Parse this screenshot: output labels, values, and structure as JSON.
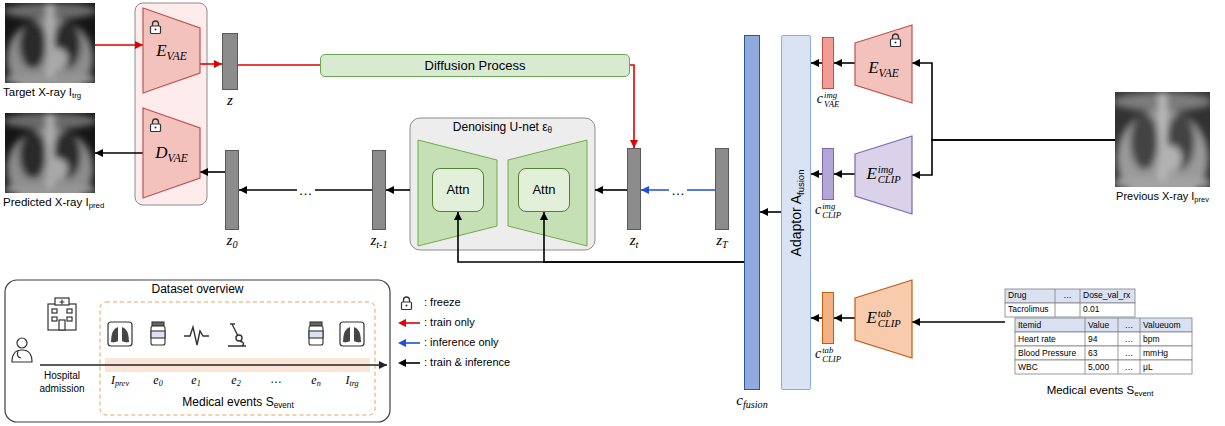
{
  "diagram": {
    "nodes": [
      {
        "text": [
          "Target X-ray I",
          "trg"
        ]
      },
      {
        "text": [
          "E",
          "VAE"
        ]
      },
      {
        "text": [
          "z"
        ]
      },
      {
        "text": [
          "Diffusion Process"
        ]
      },
      {
        "text": [
          "Predicted X-ray I",
          "pred"
        ]
      },
      {
        "text": [
          "D",
          "VAE"
        ]
      },
      {
        "text": [
          "z",
          "0"
        ]
      },
      {
        "text": [
          "z",
          "t-1"
        ]
      },
      {
        "text": [
          "Denoising U-net ε",
          "θ"
        ]
      },
      {
        "text": [
          "Attn"
        ],
        "in": 8
      },
      {
        "text": [
          "Attn"
        ],
        "in": 8
      },
      {
        "text": [
          "z",
          "t"
        ]
      },
      {
        "text": [
          "z",
          "T"
        ]
      },
      {
        "text": [
          "c",
          "fusion"
        ]
      },
      {
        "text": [
          "Adaptor A",
          "fusion"
        ]
      },
      {
        "text": [
          "c",
          "img",
          "VAE"
        ]
      },
      {
        "text": [
          "c",
          "img",
          "CLIP"
        ]
      },
      {
        "text": [
          "c",
          "tab",
          "CLIP"
        ]
      },
      {
        "text": [
          "E",
          "VAE"
        ]
      },
      {
        "text": [
          "E",
          "img",
          "CLIP"
        ]
      },
      {
        "text": [
          "E",
          "tab",
          "CLIP"
        ]
      },
      {
        "text": [
          "Previous X-ray I",
          "prev"
        ]
      },
      {
        "text": [
          "Medical events S",
          "event"
        ]
      },
      {
        "text": [
          "Dataset overview"
        ]
      }
    ],
    "edges": [
      {
        "from": 0,
        "to": 1,
        "arrow": "to"
      },
      {
        "from": 1,
        "to": 2,
        "arrow": "to"
      },
      {
        "from": 2,
        "to": 3,
        "arrow": "none"
      },
      {
        "from": 3,
        "to": 11,
        "arrow": "to"
      },
      {
        "from": 12,
        "to": 11,
        "arrow": "to",
        "label": "…"
      },
      {
        "from": 11,
        "to": 8,
        "arrow": "to"
      },
      {
        "from": 8,
        "to": 7,
        "arrow": "to"
      },
      {
        "from": 7,
        "to": 6,
        "arrow": "to",
        "label": "…"
      },
      {
        "from": 6,
        "to": 5,
        "arrow": "to"
      },
      {
        "from": 5,
        "to": 4,
        "arrow": "to"
      },
      {
        "from": 13,
        "to": 9,
        "arrow": "to"
      },
      {
        "from": 13,
        "to": 10,
        "arrow": "to"
      },
      {
        "from": 14,
        "to": 13,
        "arrow": "to"
      },
      {
        "from": 15,
        "to": 14,
        "arrow": "to"
      },
      {
        "from": 16,
        "to": 14,
        "arrow": "to"
      },
      {
        "from": 17,
        "to": 14,
        "arrow": "to"
      },
      {
        "from": 18,
        "to": 15,
        "arrow": "to"
      },
      {
        "from": 19,
        "to": 16,
        "arrow": "to"
      },
      {
        "from": 20,
        "to": 17,
        "arrow": "to"
      },
      {
        "from": 21,
        "to": 18,
        "arrow": "to"
      },
      {
        "from": 21,
        "to": 19,
        "arrow": "to"
      },
      {
        "from": 22,
        "to": 20,
        "arrow": "to"
      }
    ],
    "labels": [
      "I",
      "prev",
      "e",
      "0",
      "e",
      "1",
      "e",
      "2",
      "…",
      "e",
      "n",
      "I",
      "trg",
      "Hospital admission",
      "Medical events S",
      "event",
      "Drug",
      "…",
      "Dose_val_rx",
      "Tacrolimus",
      "0.01",
      "Itemid",
      "Value",
      "…",
      "Valueuom",
      "Heart rate",
      "94",
      "…",
      "bpm",
      "Blood Pressure",
      "63",
      "…",
      "mmHg",
      "WBC",
      "5,000",
      "…",
      "μL"
    ],
    "legend": [
      {
        "text": ": freeze"
      },
      {
        "text": ": train only"
      },
      {
        "text": ": inference only"
      },
      {
        "text": ": train & inference"
      }
    ]
  }
}
